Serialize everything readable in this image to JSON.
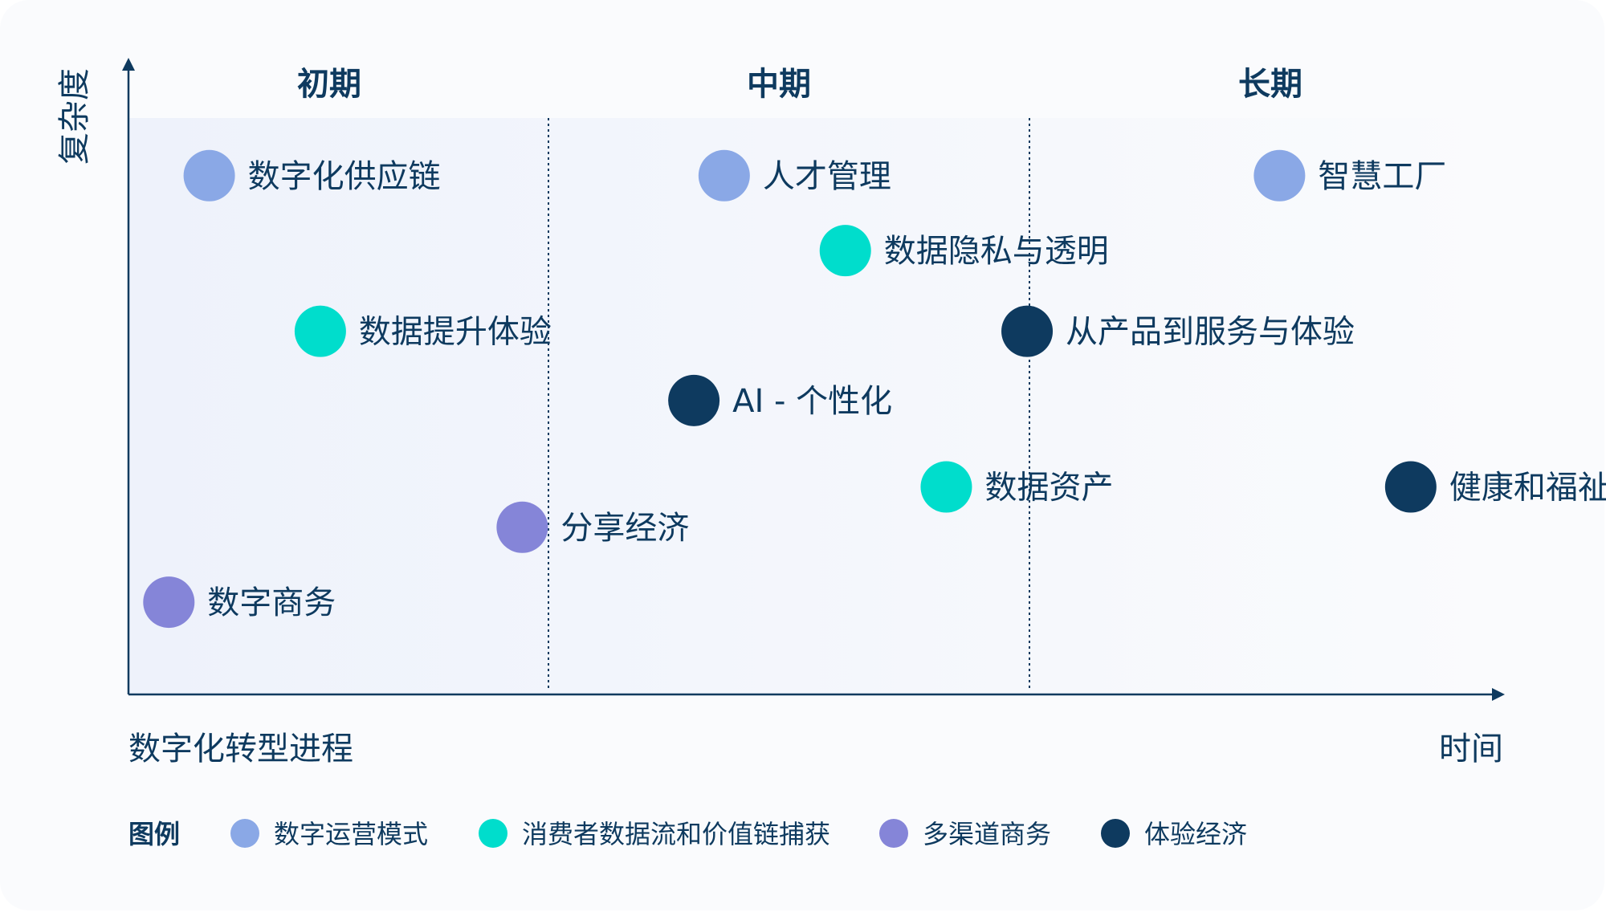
{
  "y_axis_label": "复杂度",
  "x_axis_label_left": "数字化转型进程",
  "x_axis_label_right": "时间",
  "phases": [
    "初期",
    "中期",
    "长期"
  ],
  "legend_title": "图例",
  "categories": [
    {
      "id": "ops",
      "name": "数字运营模式",
      "color": "#8aa8e6"
    },
    {
      "id": "data",
      "name": "消费者数据流和价值链捕获",
      "color": "#00ddcc"
    },
    {
      "id": "omni",
      "name": "多渠道商务",
      "color": "#8585d8"
    },
    {
      "id": "exp",
      "name": "体验经济",
      "color": "#0e3a5f"
    }
  ],
  "items": [
    {
      "label": "数字化供应链",
      "category": "ops",
      "phase": "初期",
      "time": 0.08,
      "complexity": 0.9
    },
    {
      "label": "数据提升体验",
      "category": "data",
      "phase": "初期",
      "time": 0.19,
      "complexity": 0.63
    },
    {
      "label": "分享经济",
      "category": "omni",
      "phase": "初期",
      "time": 0.39,
      "complexity": 0.29
    },
    {
      "label": "数字商务",
      "category": "omni",
      "phase": "初期",
      "time": 0.04,
      "complexity": 0.16
    },
    {
      "label": "人才管理",
      "category": "ops",
      "phase": "中期",
      "time": 0.59,
      "complexity": 0.9
    },
    {
      "label": "数据隐私与透明",
      "category": "data",
      "phase": "中期",
      "time": 0.71,
      "complexity": 0.77
    },
    {
      "label": "从产品到服务与体验",
      "category": "exp",
      "phase": "中期",
      "time": 0.89,
      "complexity": 0.63
    },
    {
      "label": "AI - 个性化",
      "category": "exp",
      "phase": "中期",
      "time": 0.56,
      "complexity": 0.51
    },
    {
      "label": "数据资产",
      "category": "data",
      "phase": "中期",
      "time": 0.81,
      "complexity": 0.36
    },
    {
      "label": "智慧工厂",
      "category": "ops",
      "phase": "长期",
      "time": 1.14,
      "complexity": 0.9
    },
    {
      "label": "健康和福祉商品和服务",
      "category": "exp",
      "phase": "长期",
      "time": 1.27,
      "complexity": 0.36
    }
  ]
}
